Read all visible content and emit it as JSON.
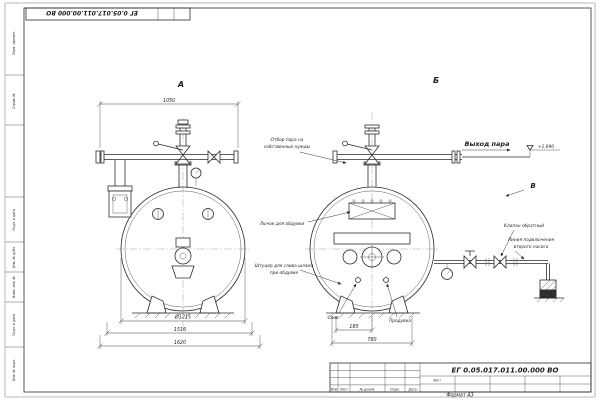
{
  "sheet": {
    "stamp_top": "ЕГ 0.05.017.011.00.000 ВО",
    "format_label": "Формат А3",
    "margin_labels": {
      "perv_primen": "Перв. примен.",
      "sprav_no": "Справ. №",
      "podp_data_1": "Подп. и дата",
      "inv_dubl": "Инв. № дубл.",
      "vzam_inv": "Взам. инв. №",
      "podp_data_2": "Подп. и дата",
      "inv_podl": "Инв. № подл."
    }
  },
  "views": {
    "a_label": "А",
    "b_label": "Б",
    "v_label": "В"
  },
  "dimensions": {
    "top_width": "1050",
    "diameter": "Ø1215",
    "length_mid": "1516",
    "length_total": "1620",
    "offset_small": "185",
    "width_bottom": "780",
    "level_mark": "+1,690"
  },
  "annotations": {
    "steam_outlet": "Выход пара",
    "otbor_line1": "Отбор пара на",
    "otbor_line2": "собственные нужды",
    "hatch": "Лючок для обдувки",
    "shtucer_line1": "Штуцер для слива шлама",
    "shtucer_line2": "при обдувке",
    "drain": "Слив",
    "blowdown": "Продувка",
    "check_valve": "Клапан обратный",
    "pump_line1": "Линия подключения",
    "pump_line2": "второго насоса"
  },
  "title_block": {
    "doc_number": "ЕГ 0.05.017.011.00.000 ВО",
    "cols": [
      "Изм",
      "Лист",
      "№ докум.",
      "Подп.",
      "Дата"
    ],
    "sheet_label": "Лист"
  }
}
